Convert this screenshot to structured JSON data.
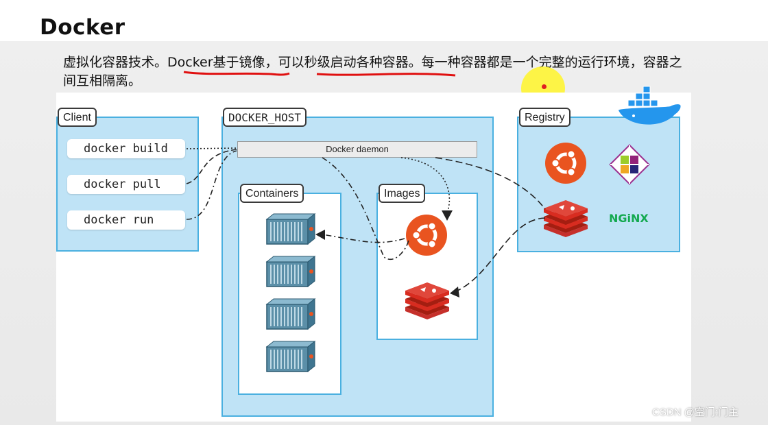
{
  "slide": {
    "title": "Docker",
    "desc_part1": "虚拟化容器技术。",
    "desc_part2": "Docker基于镜像",
    "desc_part3": "，",
    "desc_part4": "可以秒级启动各种容器",
    "desc_part5": "。每一种容器都是一个完整的运行环境，容器之间互相隔离。"
  },
  "diagram": {
    "client": {
      "label": "Client",
      "commands": [
        "docker build",
        "docker pull",
        "docker run"
      ]
    },
    "host": {
      "label": "DOCKER_HOST",
      "daemon": "Docker daemon",
      "containers_label": "Containers",
      "images_label": "Images"
    },
    "registry": {
      "label": "Registry",
      "nginx_text": "NGiNX"
    }
  },
  "watermark": "CSDN @空门:门主",
  "colors": {
    "panel_fill": "#bfe3f6",
    "panel_border": "#4ab0e0",
    "ubuntu": "#e95420",
    "redis": "#d82c20",
    "nginx": "#13a94f",
    "underline": "#e01010",
    "docker_blue": "#2496ed"
  }
}
